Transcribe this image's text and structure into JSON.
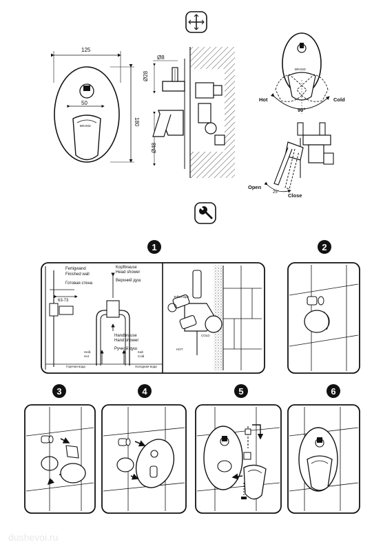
{
  "top_drawing": {
    "width_dim": "125",
    "height_dim": "180",
    "inner_dim": "50",
    "pipe_dim_a": "Ø8",
    "pipe_dim_b": "Ø28",
    "pipe_dim_c": "Ø48",
    "brand_mark": "BRAND"
  },
  "handle_rotation": {
    "hot_label": "Hot",
    "cold_label": "Cold",
    "angle_label": "90°"
  },
  "diverter": {
    "open_label": "Open",
    "close_label": "Close",
    "angle_label": "25°"
  },
  "steps": [
    "1",
    "2",
    "3",
    "4",
    "5",
    "6"
  ],
  "step1": {
    "finished_wall_de": "Fertigwand",
    "finished_wall_en": "Finished wall",
    "finished_wall_ru": "Готовая стена",
    "depth_dim": "63-73",
    "head_shower_de": "Kopfbrause",
    "head_shower_en": "Head shower",
    "head_shower_ru": "Верхний душ",
    "hand_shower_de": "Handbrause",
    "hand_shower_en": "Hand shower",
    "hand_shower_ru": "Ручной душ",
    "hot_de": "Heiß",
    "hot_en": "Hot",
    "hot_ru": "Горячая вода",
    "cold_de": "Kalt",
    "cold_en": "Cold",
    "cold_ru": "Холодная вода",
    "teflon_tape": "Teflon tape",
    "hot_short": "HOT",
    "cold_short": "COLD"
  },
  "watermark": "dushevoi.ru"
}
